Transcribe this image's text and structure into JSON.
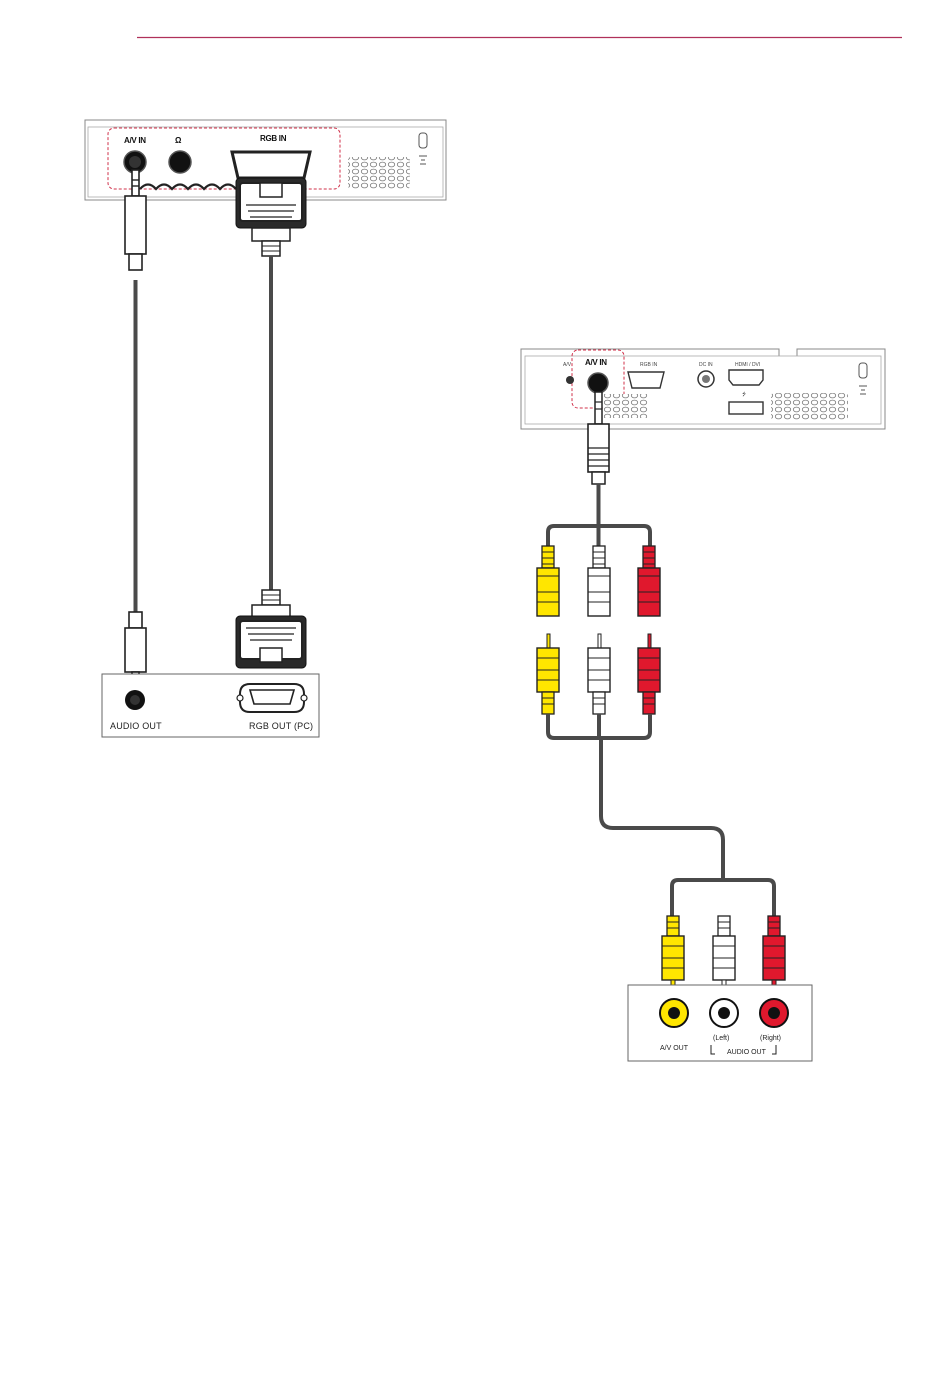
{
  "colors": {
    "header_rule": "#b0315a",
    "highlight_dash": "#d0304a",
    "cable": "#4a4a4a",
    "rca_yellow": "#ffe600",
    "rca_white": "#ffffff",
    "rca_red": "#e0182d"
  },
  "left_diagram": {
    "projector": {
      "port_av_in": "A/V IN",
      "port_rgb_in": "RGB IN",
      "headphone_symbol": "Ω"
    },
    "source": {
      "audio_out": "AUDIO OUT",
      "rgb_out": "RGB OUT (PC)"
    }
  },
  "right_diagram": {
    "projector": {
      "port_partial": "A/V",
      "port_av_in": "A/V IN",
      "port_rgb_in": "RGB IN",
      "port_dc_in": "DC IN",
      "port_hdmi": "HDMI / DVI",
      "usb_symbol": "⭍"
    },
    "source": {
      "av_out": "A/V OUT",
      "left": "(Left)",
      "right": "(Right)",
      "audio_out": "AUDIO OUT"
    }
  }
}
